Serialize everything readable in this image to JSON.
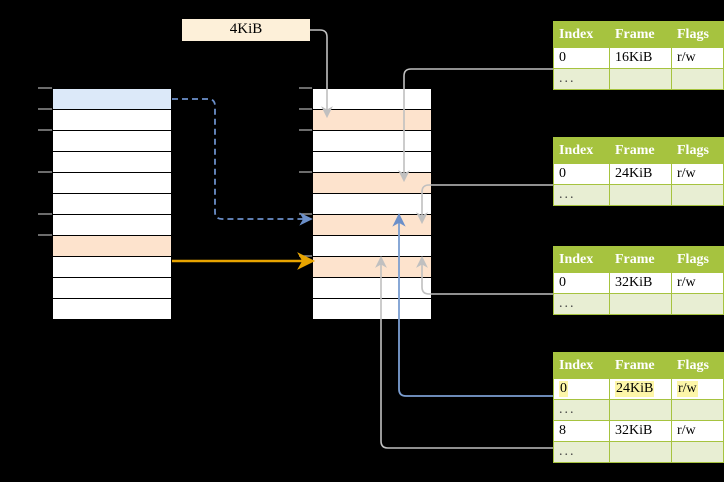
{
  "diagram": {
    "title_label": {
      "text": "4KiB"
    },
    "left_stack": {
      "name": "virtual-address-space",
      "rows": [
        "",
        "",
        "",
        "",
        "",
        "",
        "",
        "",
        "",
        "",
        ""
      ],
      "highlight_blue_index": 0,
      "highlight_peach_index": 7
    },
    "middle_stack": {
      "name": "physical-memory",
      "rows": [
        "",
        "",
        "",
        "",
        "",
        "",
        "",
        "",
        "",
        "",
        ""
      ],
      "highlight_peach_indices": [
        1,
        4,
        6,
        8
      ]
    },
    "tables": [
      {
        "name": "page-table-1",
        "headers": [
          "Index",
          "Frame",
          "Flags"
        ],
        "rows": [
          {
            "cells": [
              "0",
              "16KiB",
              "r/w"
            ],
            "style": "normal"
          },
          {
            "cells": [
              "...",
              "",
              ""
            ],
            "style": "dots"
          }
        ]
      },
      {
        "name": "page-table-2",
        "headers": [
          "Index",
          "Frame",
          "Flags"
        ],
        "rows": [
          {
            "cells": [
              "0",
              "24KiB",
              "r/w"
            ],
            "style": "normal"
          },
          {
            "cells": [
              "...",
              "",
              ""
            ],
            "style": "dots"
          }
        ]
      },
      {
        "name": "page-table-3",
        "headers": [
          "Index",
          "Frame",
          "Flags"
        ],
        "rows": [
          {
            "cells": [
              "0",
              "32KiB",
              "r/w"
            ],
            "style": "normal"
          },
          {
            "cells": [
              "...",
              "",
              ""
            ],
            "style": "dots"
          }
        ]
      },
      {
        "name": "page-table-4",
        "headers": [
          "Index",
          "Frame",
          "Flags"
        ],
        "rows": [
          {
            "cells": [
              "0",
              "24KiB",
              "r/w"
            ],
            "style": "highlight"
          },
          {
            "cells": [
              "...",
              "",
              ""
            ],
            "style": "dots"
          },
          {
            "cells": [
              "8",
              "32KiB",
              "r/w"
            ],
            "style": "normal"
          },
          {
            "cells": [
              "...",
              "",
              ""
            ],
            "style": "dots"
          }
        ]
      }
    ],
    "connectors": [
      {
        "name": "blue-dashed-arrow",
        "color": "#6b8fc9",
        "style": "dashed"
      },
      {
        "name": "orange-solid-arrow",
        "color": "#e8a400",
        "style": "solid"
      },
      {
        "name": "gray-connector",
        "color": "#b3b3b3",
        "style": "solid"
      },
      {
        "name": "blue-solid-connector",
        "color": "#7b9ed1",
        "style": "solid"
      }
    ]
  },
  "colors": {
    "table_header_green": "#a6c33f",
    "table_dots_green": "#e8eed3",
    "peach": "#fde3cd",
    "blue": "#dce9f9",
    "label_cream": "#fdf0d9",
    "highlight_yellow": "#fdf6a8",
    "orange_arrow": "#e8a400",
    "blue_arrow": "#6b8fc9",
    "gray_line": "#b3b3b3"
  }
}
